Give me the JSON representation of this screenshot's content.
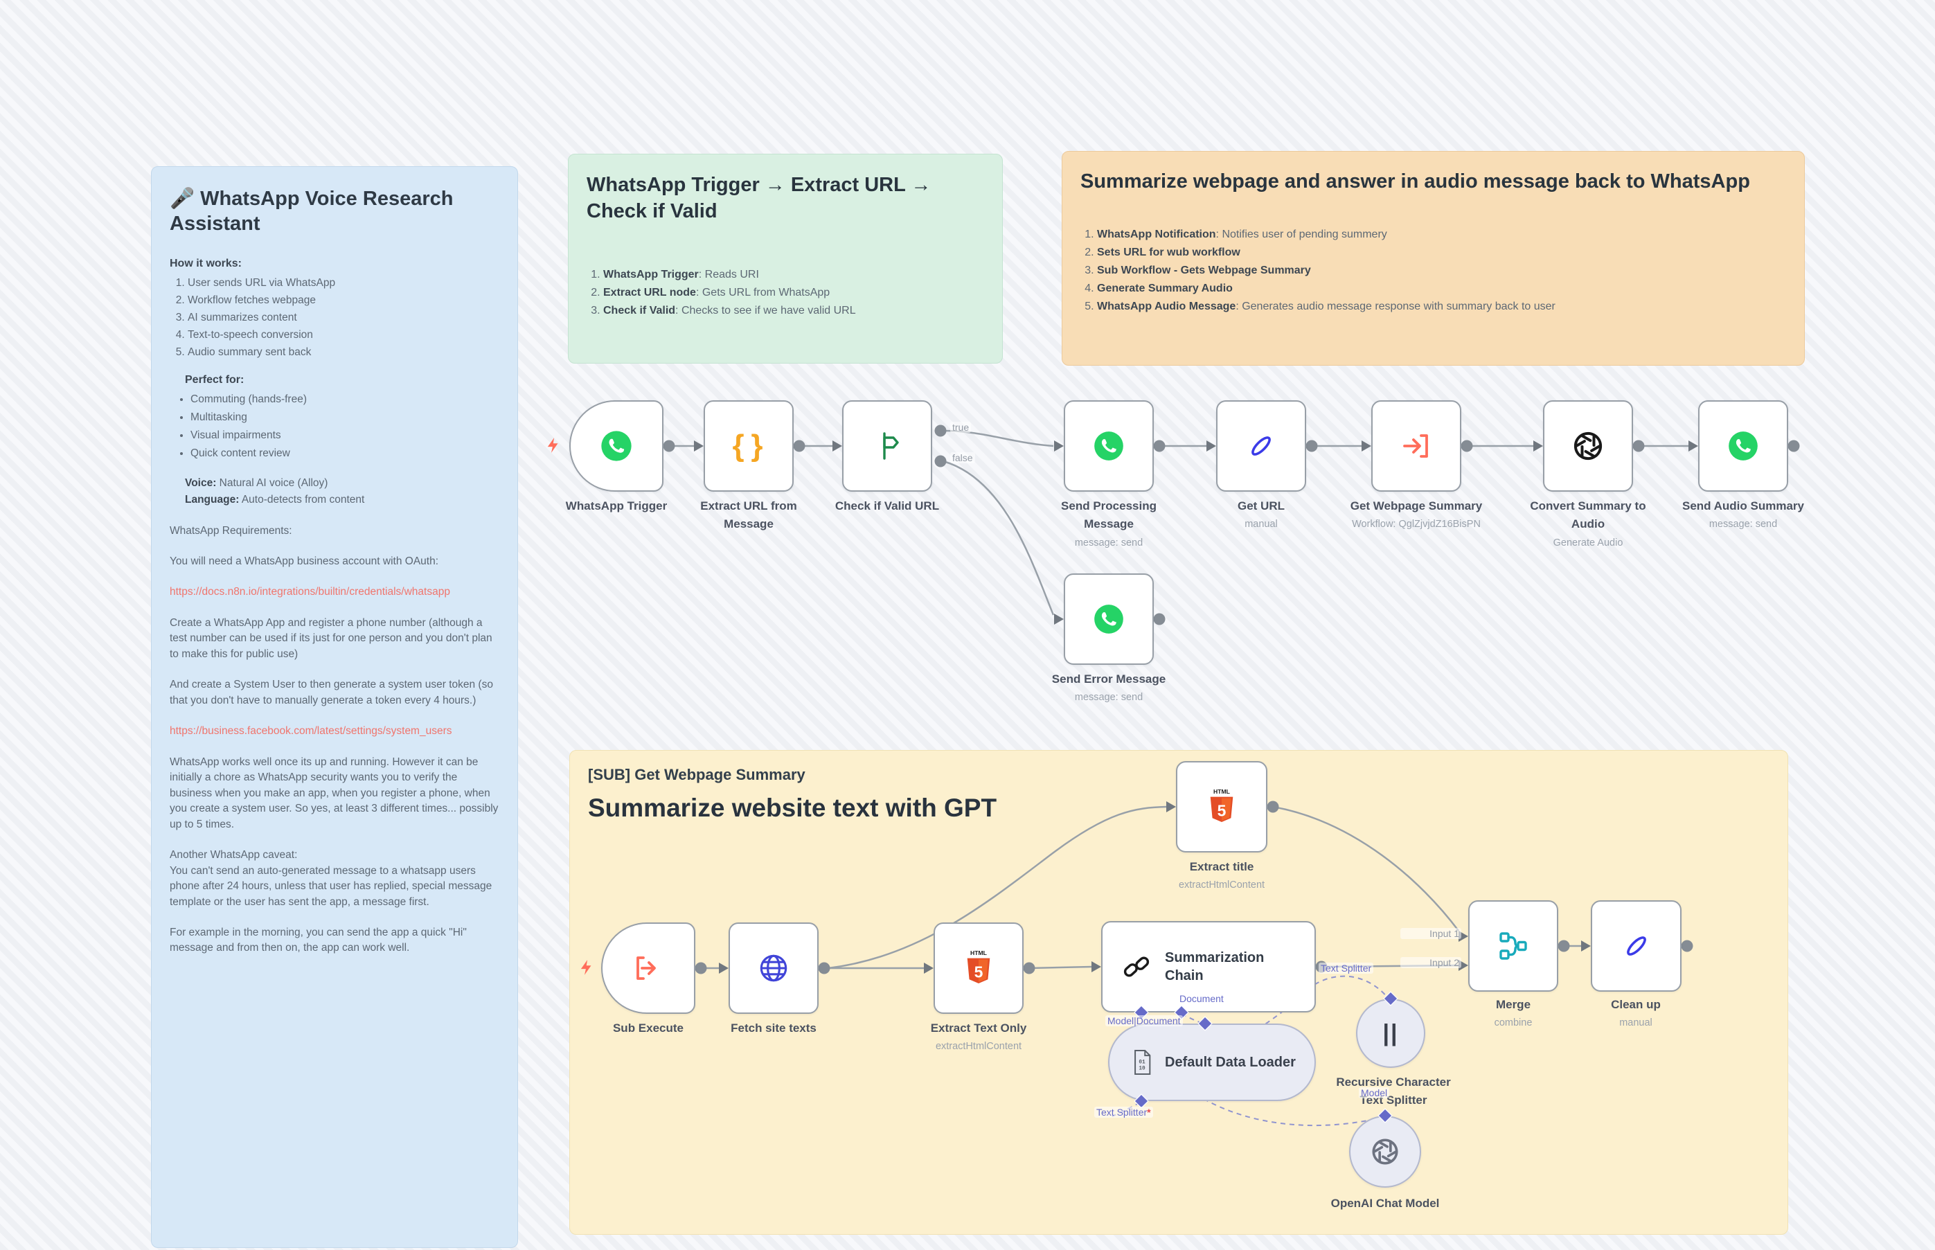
{
  "canvas": {
    "background": "#eef0f4",
    "stripe": "#f7f8fb"
  },
  "notes": {
    "blue": {
      "title": "🎤 WhatsApp Voice Research Assistant",
      "blocks": [
        {
          "type": "h",
          "text": "How it works:"
        },
        {
          "type": "ol",
          "items": [
            "User sends URL via WhatsApp",
            "Workflow fetches webpage",
            "AI summarizes content",
            "Text-to-speech conversion",
            "Audio summary sent back"
          ]
        },
        {
          "type": "h2",
          "text": "Perfect for:"
        },
        {
          "type": "ul",
          "items": [
            "Commuting (hands-free)",
            "Multitasking",
            "Visual impairments",
            "Quick content review"
          ]
        },
        {
          "type": "kv",
          "lines": [
            {
              "k": "Voice:",
              "v": " Natural AI voice (Alloy)"
            },
            {
              "k": "Language:",
              "v": " Auto-detects from content"
            }
          ]
        },
        {
          "type": "p",
          "text": "WhatsApp Requirements:"
        },
        {
          "type": "p",
          "text": "You will need a WhatsApp business account with OAuth:"
        },
        {
          "type": "link",
          "text": "https://docs.n8n.io/integrations/builtin/credentials/whatsapp"
        },
        {
          "type": "p",
          "text": "Create a WhatsApp App and register a phone number (although a test number can be used if its just for one person and you don't plan to make this for public use)"
        },
        {
          "type": "p",
          "text": "And create a System User to then generate a system user token (so that you don't have to manually generate a token every 4 hours.)"
        },
        {
          "type": "link",
          "text": "https://business.facebook.com/latest/settings/system_users"
        },
        {
          "type": "p",
          "text": "WhatsApp works well once its up and running. However it can be initially a chore as WhatsApp security wants you to verify the business when you make an app, when you register a phone, when you create a system user. So yes, at least 3 different times... possibly up to 5 times."
        },
        {
          "type": "plines",
          "lines": [
            "Another WhatsApp caveat:",
            "You can't send an auto-generated message to a whatsapp users phone after 24 hours, unless that user has replied, special message template or the user has sent the app, a message first."
          ]
        },
        {
          "type": "p",
          "text": "For example in the morning, you can send the app a quick \"Hi\" message and from then on, the app can work well."
        }
      ]
    },
    "green": {
      "title": "WhatsApp Trigger → Extract URL → Check if Valid",
      "items": [
        {
          "b": "WhatsApp Trigger",
          "t": ": Reads URI"
        },
        {
          "b": "Extract URL node",
          "t": ": Gets URL from WhatsApp"
        },
        {
          "b": "Check if Valid",
          "t": ": Checks to see if we have valid URL"
        }
      ]
    },
    "orange": {
      "title": "Summarize webpage and answer in audio message back to WhatsApp",
      "items": [
        {
          "b": "WhatsApp Notification",
          "t": ": Notifies user of pending summery"
        },
        {
          "b": "Sets URL for wub workflow",
          "t": ""
        },
        {
          "b": "Sub Workflow - Gets Webpage Summary",
          "t": ""
        },
        {
          "b": "Generate Summary Audio",
          "t": ""
        },
        {
          "b": "WhatsApp Audio Message",
          "t": ": Generates audio message response with summary back to user"
        }
      ]
    },
    "yellow": {
      "tag": "[SUB] Get Webpage Summary",
      "title": "Summarize website text with GPT"
    }
  },
  "nodes": {
    "whatsapp_trigger": {
      "label": "WhatsApp Trigger"
    },
    "extract_url": {
      "label": "Extract URL from Message"
    },
    "check_valid": {
      "label": "Check if Valid URL"
    },
    "send_processing": {
      "label": "Send Processing Message",
      "sublabel": "message: send"
    },
    "get_url": {
      "label": "Get URL",
      "sublabel": "manual"
    },
    "get_webpage_summary": {
      "label": "Get Webpage Summary",
      "sublabel": "Workflow: QglZjvjdZ16BisPN"
    },
    "convert_audio": {
      "label": "Convert Summary to Audio",
      "sublabel": "Generate Audio"
    },
    "send_audio": {
      "label": "Send Audio Summary",
      "sublabel": "message: send"
    },
    "send_error": {
      "label": "Send Error Message",
      "sublabel": "message: send"
    },
    "sub_execute": {
      "label": "Sub Execute"
    },
    "fetch_site": {
      "label": "Fetch site texts"
    },
    "extract_text_only": {
      "label": "Extract Text Only",
      "sublabel": "extractHtmlContent"
    },
    "extract_title": {
      "label": "Extract title",
      "sublabel": "extractHtmlContent"
    },
    "summarization_chain": {
      "label": "Summarization Chain"
    },
    "default_data_loader": {
      "label": "Default Data Loader"
    },
    "recursive_splitter": {
      "label": "Recursive Character Text Splitter"
    },
    "openai_chat": {
      "label": "OpenAI Chat Model"
    },
    "merge": {
      "label": "Merge",
      "sublabel": "combine"
    },
    "clean_up": {
      "label": "Clean up",
      "sublabel": "manual"
    }
  },
  "edge_labels": {
    "true": "true",
    "false": "false",
    "input1": "Input 1",
    "input2": "Input 2",
    "document": "Document",
    "model_document": "Model|Document",
    "text_splitter": "Text Splitter",
    "text_splitter_req": "Text Splitter",
    "required_marker": "*",
    "model": "Model"
  },
  "colors": {
    "whatsapp_green": "#25D366",
    "braces_orange": "#F5A623",
    "if_green": "#1E8A4C",
    "pen_blue": "#3B3BE8",
    "salmon": "#FF6D5A",
    "openai_black": "#191919",
    "globe_blue": "#4145D8",
    "html5_orange": "#E44D26",
    "merge_teal": "#18AABB",
    "port_indigo": "#666BC8",
    "link_red": "#F0756D"
  }
}
